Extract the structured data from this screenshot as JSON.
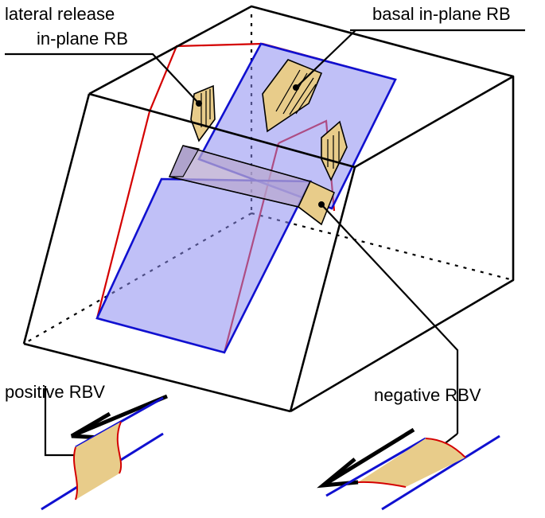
{
  "labels": {
    "lateral_release_line1": "lateral release",
    "lateral_release_line2": "in-plane RB",
    "basal": "basal in-plane RB",
    "positive": "positive RBV",
    "negative": "negative RBV"
  },
  "colors": {
    "outline": "#000000",
    "fault_trace": "#d40000",
    "plane_fill": "#8c8cf0",
    "plane_edge": "#1010d0",
    "rock_body": "#e8cc8a"
  }
}
